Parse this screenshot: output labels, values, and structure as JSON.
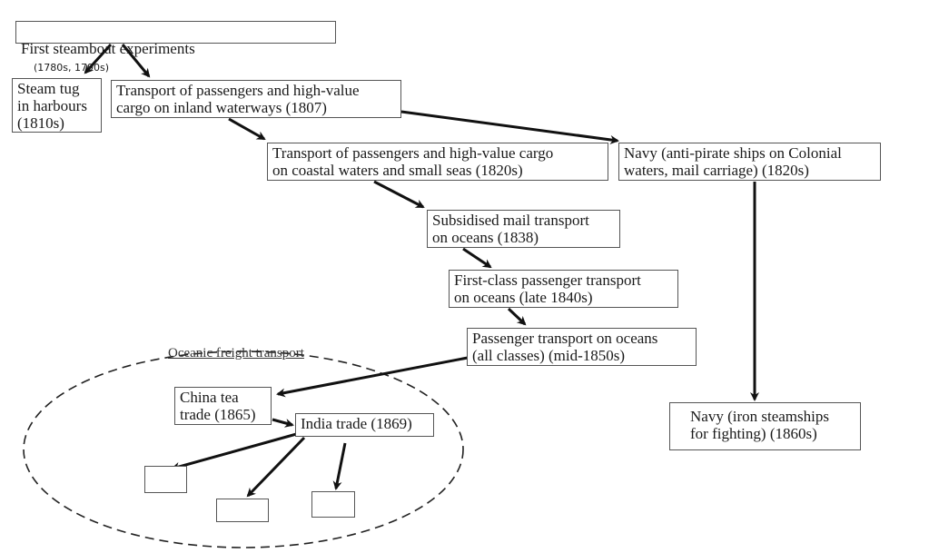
{
  "diagram": {
    "type": "flowchart",
    "nodes": [
      {
        "id": "first-experiments",
        "label": "First steamboat experiments",
        "note": "(1780s, 1790s)"
      },
      {
        "id": "steam-tug",
        "label": "Steam tug\nin harbours\n(1810s)"
      },
      {
        "id": "inland",
        "label": "Transport of passengers and high-value\ncargo on inland waterways (1807)"
      },
      {
        "id": "coastal",
        "label": "Transport of passengers and high-value cargo\non coastal waters and small seas (1820s)"
      },
      {
        "id": "navy-colonial",
        "label": "Navy (anti-pirate ships on Colonial\nwaters, mail carriage) (1820s)"
      },
      {
        "id": "mail",
        "label": "Subsidised mail transport\non oceans (1838)"
      },
      {
        "id": "first-class",
        "label": "First-class passenger transport\non oceans (late 1840s)"
      },
      {
        "id": "all-classes",
        "label": "Passenger transport on oceans\n(all classes) (mid-1850s)"
      },
      {
        "id": "china-tea",
        "label": "China tea\ntrade (1865)"
      },
      {
        "id": "india",
        "label": "India trade (1869)"
      },
      {
        "id": "navy-iron",
        "label": "Navy (iron steamships\nfor fighting) (1860s)"
      },
      {
        "id": "blank-1",
        "label": ""
      },
      {
        "id": "blank-2",
        "label": ""
      },
      {
        "id": "blank-3",
        "label": ""
      }
    ],
    "groups": [
      {
        "id": "oceanic-freight",
        "label": "Oceanic freight transport",
        "style": "dashed-ellipse"
      }
    ],
    "edges": [
      {
        "from": "first-experiments",
        "to": "steam-tug"
      },
      {
        "from": "first-experiments",
        "to": "inland"
      },
      {
        "from": "inland",
        "to": "coastal"
      },
      {
        "from": "inland",
        "to": "navy-colonial"
      },
      {
        "from": "coastal",
        "to": "mail"
      },
      {
        "from": "mail",
        "to": "first-class"
      },
      {
        "from": "first-class",
        "to": "all-classes"
      },
      {
        "from": "all-classes",
        "to": "china-tea"
      },
      {
        "from": "china-tea",
        "to": "india"
      },
      {
        "from": "india",
        "to": "blank-1"
      },
      {
        "from": "india",
        "to": "blank-2"
      },
      {
        "from": "india",
        "to": "blank-3"
      },
      {
        "from": "navy-colonial",
        "to": "navy-iron"
      }
    ],
    "colors": {
      "line": "#111111",
      "border": "#555555",
      "background": "#ffffff"
    }
  }
}
